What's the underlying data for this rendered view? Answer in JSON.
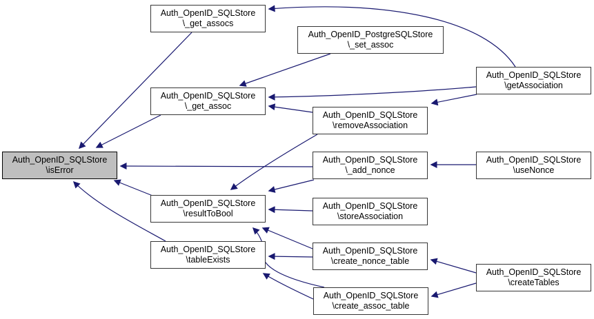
{
  "diagram": {
    "type": "call-graph",
    "subject": "Auth_OpenID_SQLStore\\isError",
    "colors": {
      "edge": "#191970",
      "node_fill": "#ffffff",
      "node_border": "#353535",
      "highlight_fill": "#bfbfbf",
      "text": "#000000",
      "background": "#ffffff"
    },
    "nodes": [
      {
        "id": "get_assocs",
        "line1": "Auth_OpenID_SQLStore",
        "line2": "\\_get_assocs",
        "highlighted": false
      },
      {
        "id": "set_assoc",
        "line1": "Auth_OpenID_PostgreSQLStore",
        "line2": "\\_set_assoc",
        "highlighted": false
      },
      {
        "id": "getAssociation",
        "line1": "Auth_OpenID_SQLStore",
        "line2": "\\getAssociation",
        "highlighted": false
      },
      {
        "id": "isError",
        "line1": "Auth_OpenID_SQLStore",
        "line2": "\\isError",
        "highlighted": true
      },
      {
        "id": "get_assoc",
        "line1": "Auth_OpenID_SQLStore",
        "line2": "\\_get_assoc",
        "highlighted": false
      },
      {
        "id": "removeAssociation",
        "line1": "Auth_OpenID_SQLStore",
        "line2": "\\removeAssociation",
        "highlighted": false
      },
      {
        "id": "add_nonce",
        "line1": "Auth_OpenID_SQLStore",
        "line2": "\\_add_nonce",
        "highlighted": false
      },
      {
        "id": "useNonce",
        "line1": "Auth_OpenID_SQLStore",
        "line2": "\\useNonce",
        "highlighted": false
      },
      {
        "id": "resultToBool",
        "line1": "Auth_OpenID_SQLStore",
        "line2": "\\resultToBool",
        "highlighted": false
      },
      {
        "id": "storeAssociation",
        "line1": "Auth_OpenID_SQLStore",
        "line2": "\\storeAssociation",
        "highlighted": false
      },
      {
        "id": "tableExists",
        "line1": "Auth_OpenID_SQLStore",
        "line2": "\\tableExists",
        "highlighted": false
      },
      {
        "id": "create_nonce_table",
        "line1": "Auth_OpenID_SQLStore",
        "line2": "\\create_nonce_table",
        "highlighted": false
      },
      {
        "id": "create_assoc_table",
        "line1": "Auth_OpenID_SQLStore",
        "line2": "\\create_assoc_table",
        "highlighted": false
      },
      {
        "id": "createTables",
        "line1": "Auth_OpenID_SQLStore",
        "line2": "\\createTables",
        "highlighted": false
      }
    ],
    "edges": [
      {
        "from": "get_assocs",
        "to": "isError"
      },
      {
        "from": "get_assoc",
        "to": "isError"
      },
      {
        "from": "add_nonce",
        "to": "isError"
      },
      {
        "from": "resultToBool",
        "to": "isError"
      },
      {
        "from": "tableExists",
        "to": "isError"
      },
      {
        "from": "set_assoc",
        "to": "get_assoc"
      },
      {
        "from": "getAssociation",
        "to": "get_assoc"
      },
      {
        "from": "removeAssociation",
        "to": "get_assoc"
      },
      {
        "from": "getAssociation",
        "to": "get_assocs"
      },
      {
        "from": "getAssociation",
        "to": "removeAssociation"
      },
      {
        "from": "useNonce",
        "to": "add_nonce"
      },
      {
        "from": "removeAssociation",
        "to": "resultToBool"
      },
      {
        "from": "add_nonce",
        "to": "resultToBool"
      },
      {
        "from": "storeAssociation",
        "to": "resultToBool"
      },
      {
        "from": "create_nonce_table",
        "to": "resultToBool"
      },
      {
        "from": "create_assoc_table",
        "to": "resultToBool"
      },
      {
        "from": "create_nonce_table",
        "to": "tableExists"
      },
      {
        "from": "create_assoc_table",
        "to": "tableExists"
      },
      {
        "from": "createTables",
        "to": "create_nonce_table"
      },
      {
        "from": "createTables",
        "to": "create_assoc_table"
      }
    ]
  }
}
